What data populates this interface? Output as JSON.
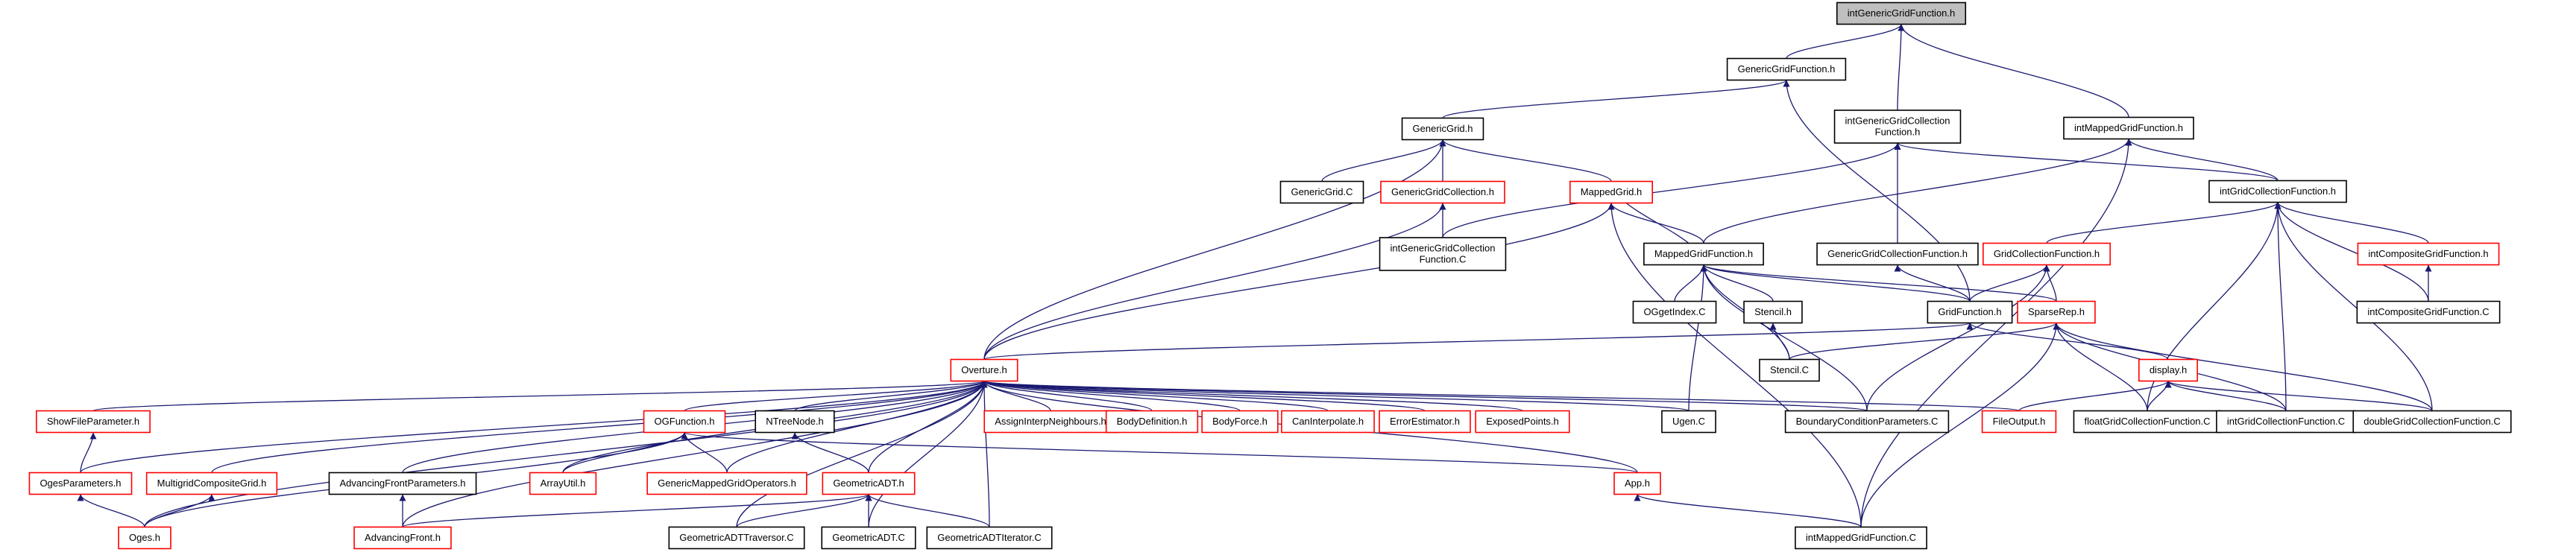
{
  "colors": {
    "edge": "#191970",
    "node_border_default": "#000000",
    "node_border_truncated": "#ff0000",
    "root_fill": "#bfbfbf",
    "node_fill": "#ffffff"
  },
  "nodes": [
    {
      "id": "root",
      "lines": [
        "intGenericGridFunction.h"
      ],
      "style": "root"
    },
    {
      "id": "ggf",
      "lines": [
        "GenericGridFunction.h"
      ],
      "style": "black"
    },
    {
      "id": "iggcf",
      "lines": [
        "intGenericGridCollection",
        "Function.h"
      ],
      "style": "black"
    },
    {
      "id": "imgf",
      "lines": [
        "intMappedGridFunction.h"
      ],
      "style": "black"
    },
    {
      "id": "gg",
      "lines": [
        "GenericGrid.h"
      ],
      "style": "black"
    },
    {
      "id": "igcf",
      "lines": [
        "intGridCollectionFunction.h"
      ],
      "style": "black"
    },
    {
      "id": "ggc",
      "lines": [
        "GenericGrid.C"
      ],
      "style": "black"
    },
    {
      "id": "ggcol",
      "lines": [
        "GenericGridCollection.h"
      ],
      "style": "red"
    },
    {
      "id": "mg",
      "lines": [
        "MappedGrid.h"
      ],
      "style": "red"
    },
    {
      "id": "iggcfC",
      "lines": [
        "intGenericGridCollection",
        "Function.C"
      ],
      "style": "black"
    },
    {
      "id": "mgf",
      "lines": [
        "MappedGridFunction.h"
      ],
      "style": "black"
    },
    {
      "id": "ggcfh",
      "lines": [
        "GenericGridCollectionFunction.h"
      ],
      "style": "black"
    },
    {
      "id": "gcf",
      "lines": [
        "GridCollectionFunction.h"
      ],
      "style": "red"
    },
    {
      "id": "icgf",
      "lines": [
        "intCompositeGridFunction.h"
      ],
      "style": "red"
    },
    {
      "id": "ogi",
      "lines": [
        "OGgetIndex.C"
      ],
      "style": "black"
    },
    {
      "id": "stencilh",
      "lines": [
        "Stencil.h"
      ],
      "style": "black"
    },
    {
      "id": "gf",
      "lines": [
        "GridFunction.h"
      ],
      "style": "black"
    },
    {
      "id": "sr",
      "lines": [
        "SparseRep.h"
      ],
      "style": "red"
    },
    {
      "id": "icgfC",
      "lines": [
        "intCompositeGridFunction.C"
      ],
      "style": "black"
    },
    {
      "id": "stencilC",
      "lines": [
        "Stencil.C"
      ],
      "style": "black"
    },
    {
      "id": "overture",
      "lines": [
        "Overture.h"
      ],
      "style": "red"
    },
    {
      "id": "display",
      "lines": [
        "display.h"
      ],
      "style": "red"
    },
    {
      "id": "sfp",
      "lines": [
        "ShowFileParameter.h"
      ],
      "style": "red"
    },
    {
      "id": "ogf",
      "lines": [
        "OGFunction.h"
      ],
      "style": "red"
    },
    {
      "id": "ntree",
      "lines": [
        "NTreeNode.h"
      ],
      "style": "black"
    },
    {
      "id": "ain",
      "lines": [
        "AssignInterpNeighbours.h"
      ],
      "style": "red"
    },
    {
      "id": "bdef",
      "lines": [
        "BodyDefinition.h"
      ],
      "style": "red"
    },
    {
      "id": "bforce",
      "lines": [
        "BodyForce.h"
      ],
      "style": "red"
    },
    {
      "id": "canint",
      "lines": [
        "CanInterpolate.h"
      ],
      "style": "red"
    },
    {
      "id": "errest",
      "lines": [
        "ErrorEstimator.h"
      ],
      "style": "red"
    },
    {
      "id": "expts",
      "lines": [
        "ExposedPoints.h"
      ],
      "style": "red"
    },
    {
      "id": "ugen",
      "lines": [
        "Ugen.C"
      ],
      "style": "black"
    },
    {
      "id": "bcp",
      "lines": [
        "BoundaryConditionParameters.C"
      ],
      "style": "black"
    },
    {
      "id": "fo",
      "lines": [
        "FileOutput.h"
      ],
      "style": "red"
    },
    {
      "id": "fgcf",
      "lines": [
        "floatGridCollectionFunction.C"
      ],
      "style": "black"
    },
    {
      "id": "igcfC",
      "lines": [
        "intGridCollectionFunction.C"
      ],
      "style": "black"
    },
    {
      "id": "dgcf",
      "lines": [
        "doubleGridCollectionFunction.C"
      ],
      "style": "black"
    },
    {
      "id": "ogesp",
      "lines": [
        "OgesParameters.h"
      ],
      "style": "red"
    },
    {
      "id": "mcg",
      "lines": [
        "MultigridCompositeGrid.h"
      ],
      "style": "red"
    },
    {
      "id": "afp",
      "lines": [
        "AdvancingFrontParameters.h"
      ],
      "style": "black"
    },
    {
      "id": "arrayutil",
      "lines": [
        "ArrayUtil.h"
      ],
      "style": "red"
    },
    {
      "id": "gmgo",
      "lines": [
        "GenericMappedGridOperators.h"
      ],
      "style": "red"
    },
    {
      "id": "gadt",
      "lines": [
        "GeometricADT.h"
      ],
      "style": "red"
    },
    {
      "id": "app",
      "lines": [
        "App.h"
      ],
      "style": "red"
    },
    {
      "id": "oges",
      "lines": [
        "Oges.h"
      ],
      "style": "red"
    },
    {
      "id": "af",
      "lines": [
        "AdvancingFront.h"
      ],
      "style": "red"
    },
    {
      "id": "gadtt",
      "lines": [
        "GeometricADTTraversor.C"
      ],
      "style": "black"
    },
    {
      "id": "gadtC",
      "lines": [
        "GeometricADT.C"
      ],
      "style": "black"
    },
    {
      "id": "gadti",
      "lines": [
        "GeometricADTIterator.C"
      ],
      "style": "black"
    },
    {
      "id": "imgfC",
      "lines": [
        "intMappedGridFunction.C"
      ],
      "style": "black"
    }
  ],
  "edges": [
    [
      "ggf",
      "root"
    ],
    [
      "iggcf",
      "root"
    ],
    [
      "imgf",
      "root"
    ],
    [
      "gg",
      "ggf"
    ],
    [
      "gf",
      "ggf"
    ],
    [
      "iggcfC",
      "iggcf"
    ],
    [
      "igcf",
      "iggcf"
    ],
    [
      "ggcfh",
      "iggcf"
    ],
    [
      "mgf",
      "imgf"
    ],
    [
      "igcf",
      "imgf"
    ],
    [
      "imgfC",
      "imgf"
    ],
    [
      "ggc",
      "gg"
    ],
    [
      "ggcol",
      "gg"
    ],
    [
      "mg",
      "gg"
    ],
    [
      "overture",
      "gg"
    ],
    [
      "iggcfC",
      "ggcol"
    ],
    [
      "overture",
      "ggcol"
    ],
    [
      "mgf",
      "mg"
    ],
    [
      "overture",
      "mg"
    ],
    [
      "imgfC",
      "mg"
    ],
    [
      "mg",
      "mgf"
    ],
    [
      "ogi",
      "mgf"
    ],
    [
      "stencilh",
      "mgf"
    ],
    [
      "gf",
      "mgf"
    ],
    [
      "sr",
      "mgf"
    ],
    [
      "ugen",
      "mgf"
    ],
    [
      "bcp",
      "mgf"
    ],
    [
      "stencilC",
      "mgf"
    ],
    [
      "gf",
      "ggcfh"
    ],
    [
      "gcf",
      "igcf"
    ],
    [
      "icgf",
      "igcf"
    ],
    [
      "fgcf",
      "igcf"
    ],
    [
      "igcfC",
      "igcf"
    ],
    [
      "dgcf",
      "igcf"
    ],
    [
      "icgfC",
      "igcf"
    ],
    [
      "gf",
      "gcf"
    ],
    [
      "sr",
      "gcf"
    ],
    [
      "bcp",
      "gcf"
    ],
    [
      "icgfC",
      "icgf"
    ],
    [
      "stencilC",
      "stencilh"
    ],
    [
      "overture",
      "gf"
    ],
    [
      "display",
      "gf"
    ],
    [
      "stencilC",
      "sr"
    ],
    [
      "imgfC",
      "sr"
    ],
    [
      "fgcf",
      "sr"
    ],
    [
      "igcfC",
      "sr"
    ],
    [
      "dgcf",
      "sr"
    ],
    [
      "sfp",
      "overture"
    ],
    [
      "ogesp",
      "overture"
    ],
    [
      "mcg",
      "overture"
    ],
    [
      "oges",
      "overture"
    ],
    [
      "afp",
      "overture"
    ],
    [
      "af",
      "overture"
    ],
    [
      "arrayutil",
      "overture"
    ],
    [
      "ogf",
      "overture"
    ],
    [
      "gmgo",
      "overture"
    ],
    [
      "ntree",
      "overture"
    ],
    [
      "gadt",
      "overture"
    ],
    [
      "ain",
      "overture"
    ],
    [
      "bdef",
      "overture"
    ],
    [
      "bforce",
      "overture"
    ],
    [
      "canint",
      "overture"
    ],
    [
      "errest",
      "overture"
    ],
    [
      "expts",
      "overture"
    ],
    [
      "ugen",
      "overture"
    ],
    [
      "bcp",
      "overture"
    ],
    [
      "fo",
      "overture"
    ],
    [
      "app",
      "overture"
    ],
    [
      "gadtt",
      "overture"
    ],
    [
      "gadtC",
      "overture"
    ],
    [
      "gadti",
      "overture"
    ],
    [
      "fo",
      "display"
    ],
    [
      "fgcf",
      "display"
    ],
    [
      "igcfC",
      "display"
    ],
    [
      "dgcf",
      "display"
    ],
    [
      "ogesp",
      "sfp"
    ],
    [
      "oges",
      "ogesp"
    ],
    [
      "oges",
      "mcg"
    ],
    [
      "af",
      "afp"
    ],
    [
      "arrayutil",
      "ogf"
    ],
    [
      "gmgo",
      "ogf"
    ],
    [
      "app",
      "ogf"
    ],
    [
      "oges",
      "ogf"
    ],
    [
      "gadt",
      "ntree"
    ],
    [
      "gadtt",
      "gadt"
    ],
    [
      "gadtC",
      "gadt"
    ],
    [
      "gadti",
      "gadt"
    ],
    [
      "af",
      "gadt"
    ],
    [
      "imgfC",
      "app"
    ]
  ]
}
